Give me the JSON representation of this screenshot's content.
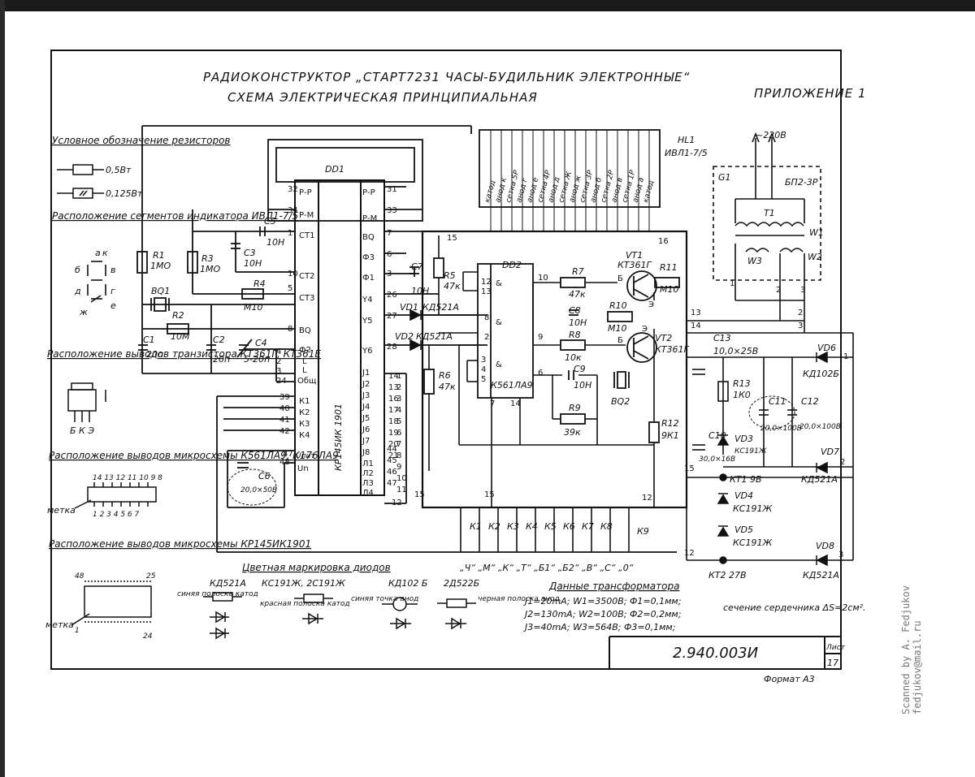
{
  "title": {
    "line1": "РАДИОКОНСТРУКТОР „СТАРТ7231 ЧАСЫ-БУДИЛЬНИК ЭЛЕКТРОННЫЕ“",
    "line2": "СХЕМА ЭЛЕКТРИЧЕСКАЯ ПРИНЦИПИАЛЬНАЯ",
    "appendix": "ПРИЛОЖЕНИЕ 1"
  },
  "legend": {
    "resistors_title": "Условное обозначение резисторов",
    "res1": "0,5Вт",
    "res2": "0,125Вт",
    "indicator_title": "Расположение сегментов индикатора ИВЛ1-7/5",
    "seg_labels": [
      "а",
      "б",
      "в",
      "г",
      "д",
      "е",
      "ж",
      "к"
    ],
    "transistor_title": "Расположение выводов транзистора КТ361Г, КТ361Е",
    "transistor_pins": "Б К Э",
    "k561_title": "Расположение выводов микросхемы К561ЛА9, К176ЛА9",
    "k561_top_pins": "14 13 12 11 10 9 8",
    "k561_bottom_pins": "1 2 3 4 5 6 7",
    "kr_title": "Расположение выводов микросхемы КР145ИК1901",
    "kr_pins": [
      "48",
      "25",
      "1",
      "24"
    ],
    "metka": "метка"
  },
  "components": {
    "dd1": "DD1",
    "dd1_type": "КР145ИК 1901",
    "dd2": "DD2",
    "dd2_type": "К561ЛА9",
    "hl1": "HL1",
    "hl1_type": "ИВЛ1-7/5",
    "r1": "R1",
    "r1v": "1МО",
    "r2": "R2",
    "r2v": "10М",
    "r3": "R3",
    "r3v": "1МО",
    "r4": "R4",
    "r4v": "М10",
    "r5": "R5",
    "r5v": "47к",
    "r6": "R6",
    "r6v": "47к",
    "r7": "R7",
    "r7v": "47к",
    "r8": "R8",
    "r8v": "10к",
    "r9": "R9",
    "r9v": "39к",
    "r10": "R10",
    "r10v": "М10",
    "r11": "R11",
    "r11v": "М10",
    "r12": "R12",
    "r12v": "9К1",
    "r13": "R13",
    "r13v": "1К0",
    "c1": "C1",
    "c1v": "20п",
    "c2": "C2",
    "c2v": "20п",
    "c3": "C3",
    "c3v": "10Н",
    "c4": "C4",
    "c4v": "5-20п",
    "c5": "C5",
    "c5v": "10Н",
    "c6": "C6",
    "c6v": "20,0×50В",
    "c7": "C7",
    "c7v": "10Н",
    "c8": "C8",
    "c8v": "10Н",
    "c9": "C9",
    "c9v": "10Н",
    "c10": "C10",
    "c10v": "30,0×16В",
    "c11": "C11",
    "c11v": "20,0×100В",
    "c12": "C12",
    "c12v": "20,0×100В",
    "c13": "C13",
    "c13v": "10,0×25В",
    "bq1": "BQ1",
    "bq2": "BQ2",
    "vd1": "VD1",
    "vd1v": "КД521А",
    "vd2": "VD2",
    "vd2v": "КД521А",
    "vd3": "VD3",
    "vd3v": "КС191Ж",
    "vd4": "VD4",
    "vd4v": "КС191Ж",
    "vd5": "VD5",
    "vd5v": "КС191Ж",
    "vd6": "VD6",
    "vd6v": "КД102Б",
    "vd7": "VD7",
    "vd7v": "КД521А",
    "vd8": "VD8",
    "vd8v": "КД521А",
    "vt1": "VT1",
    "vt1v": "КТ361Г",
    "vt2": "VT2",
    "vt2v": "КТ361Г",
    "t1": "T1",
    "g1": "G1",
    "bp": "БП2-3Р",
    "mains": "~220В",
    "kt1": "КТ1 9В",
    "kt2": "КТ2 27В",
    "w1": "W1",
    "w2": "W2",
    "w3": "W3"
  },
  "dd1_pins_left": [
    "Р-Р",
    "Р-М",
    "СТ1",
    "СТ2",
    "СТ3",
    "ВQ",
    "Ф2",
    "L",
    "L",
    "Общ",
    "К1",
    "К2",
    "К3",
    "К4",
    "Uпит",
    "Un"
  ],
  "dd1_pins_right": [
    "Р-Р",
    "Р-М",
    "ВQ",
    "Ф3",
    "Ф1",
    "Y4",
    "Y5",
    "Y6",
    "J1",
    "J2",
    "J3",
    "J4",
    "J5",
    "J6",
    "J7",
    "J8",
    "Л1",
    "Л2",
    "Л3",
    "Л4"
  ],
  "hl1_pins": [
    "катод",
    "анод к",
    "сетка 5Р",
    "анод г",
    "анод е",
    "сетка 4Р",
    "анод д",
    "сетка Ж",
    "анод ж",
    "сетка 3Р",
    "анод б",
    "сетка 2Р",
    "анод в",
    "сетка 1Р",
    "анод а",
    "катод"
  ],
  "keys": [
    "К1",
    "К2",
    "К3",
    "К4",
    "К5",
    "К6",
    "К7",
    "К8",
    "К9"
  ],
  "keys_labels": "„Ч“ „М“ „К“ „Т“ „Б1“ „Б2“ „В“ „С“ „0“",
  "diodes_marking": {
    "title": "Цветная маркировка диодов",
    "kd521": "КД521А",
    "kd521_note": "синяя полоска катод",
    "kc191": "КС191Ж, 2С191Ж",
    "kc191_note": "красная полоска катод",
    "kd102": "КД102 Б",
    "kd102_note": "синяя точка анод",
    "d522": "2Д522Б",
    "d522_note": "черная полоска анод"
  },
  "transformer": {
    "title": "Данные трансформатора",
    "rows": [
      "J1=20mA;   W1=3500В;   Ф1=0,1мм;",
      "J2=130mA;  W2=100В;    Ф2=0,2мм;",
      "J3=40mA;   W3=564В;    Ф3=0,1мм;"
    ],
    "core": "сечение сердечника ΔS=2см²."
  },
  "stamp": {
    "number": "2.940.003И",
    "list_label": "Лист",
    "list_value": "17",
    "format": "Формат А3"
  },
  "scanned": {
    "line1": "Scanned by A. Fedjukov",
    "line2": "fedjukov@mail.ru"
  }
}
